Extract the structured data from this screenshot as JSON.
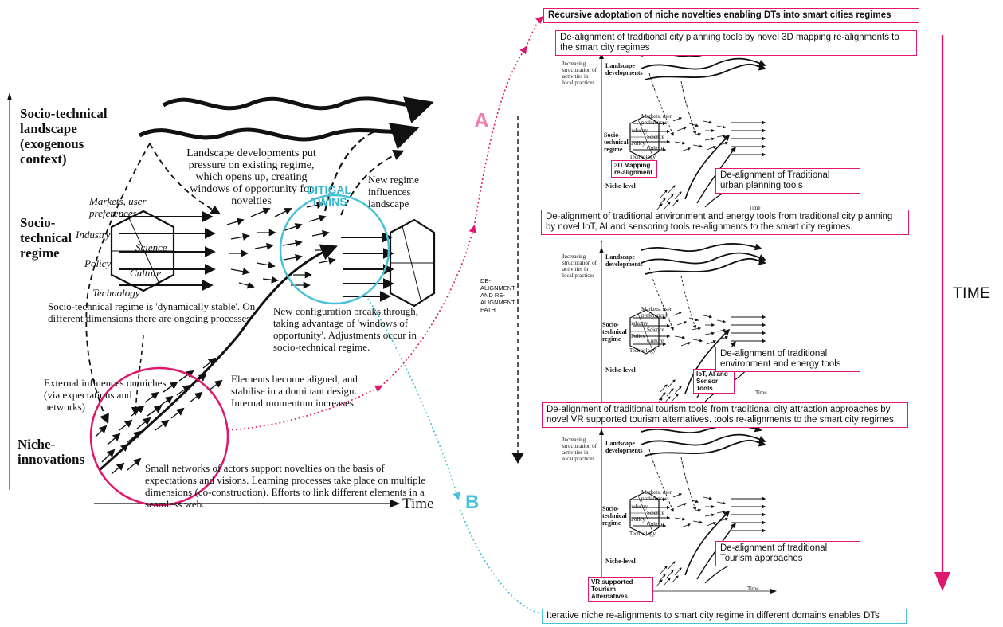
{
  "left": {
    "landscape_label": "Socio-technical landscape (exogenous context)",
    "regime_label": "Socio-technical regime",
    "niche_label": "Niche-innovations",
    "time_label": "Time",
    "landscape_pressure": "Landscape developments put pressure on existing regime, which opens up, creating windows of opportunity for novelties",
    "markets": "Markets, user preferences",
    "industry": "Industry",
    "science": "Science",
    "policy": "Policy",
    "culture": "Culture",
    "technology": "Technology",
    "dynamically_stable": "Socio-technical regime is 'dynamically stable'. On different dimensions there are ongoing processes",
    "new_regime": "New regime influences landscape",
    "breakthrough": "New configuration breaks through, taking advantage of 'windows of opportunity'. Adjustments occur in socio-technical regime.",
    "external": "External influences on niches (via expectations and networks)",
    "aligned": "Elements become aligned, and stabilise in a dominant design. Internal momentum increases.",
    "small_networks": "Small networks of actors support novelties on the basis of expectations and visions. Learning processes take place on multiple dimensions (co-construction). Efforts to link different elements in a seamless web.",
    "digital_twins": "DITIGAL TWINS"
  },
  "connectors": {
    "letter_a": "A",
    "letter_b": "B",
    "path_label": "DE-ALIGNMENT AND RE-ALIGNMENT PATH",
    "time_right": "TIME"
  },
  "right": {
    "top_title": "Recursive adoptation of niche novelties enabling DTs into smart cities regimes",
    "bottom_title": "Iterative niche re-alignments to smart city regime in different domains enables DTs",
    "panels": [
      {
        "header": "De-alignment of traditional city planning tools by novel 3D mapping re-alignments to the smart city regimes",
        "niche_box": "3D Mapping re-alignment",
        "dealign_box": "De-alignment of Traditional urban planning tools"
      },
      {
        "header": "De-alignment of traditional environment and energy tools from traditional city planning by novel IoT, AI and sensoring tools re-alignments to the smart city regimes.",
        "niche_box": "IoT, AI and Sensor Tools",
        "dealign_box": "De-alignment of traditional environment and energy tools"
      },
      {
        "header": "De-alignment of traditional tourism tools from traditional city attraction approaches by novel VR supported tourism alternatives. tools re-alignments to the smart city regimes.",
        "niche_box": "VR supported Tourism Alternatives",
        "dealign_box": "De-alignment of traditional Tourism approaches"
      }
    ],
    "mini": {
      "increasing": "Increasing structuration of activities in local practices",
      "landscape": "Landscape developments",
      "regime": "Socio-technical regime",
      "niche": "Niche-level",
      "time": "Time",
      "markets": "Markets, user preferences",
      "industry": "Industry",
      "science": "Science",
      "policy": "Policy",
      "culture": "Culture",
      "technology": "Technology"
    }
  },
  "colors": {
    "magenta": "#e0176e",
    "pink": "#ef7fb0",
    "cyan": "#49c1d6",
    "dt_cyan": "#36b8cf"
  }
}
